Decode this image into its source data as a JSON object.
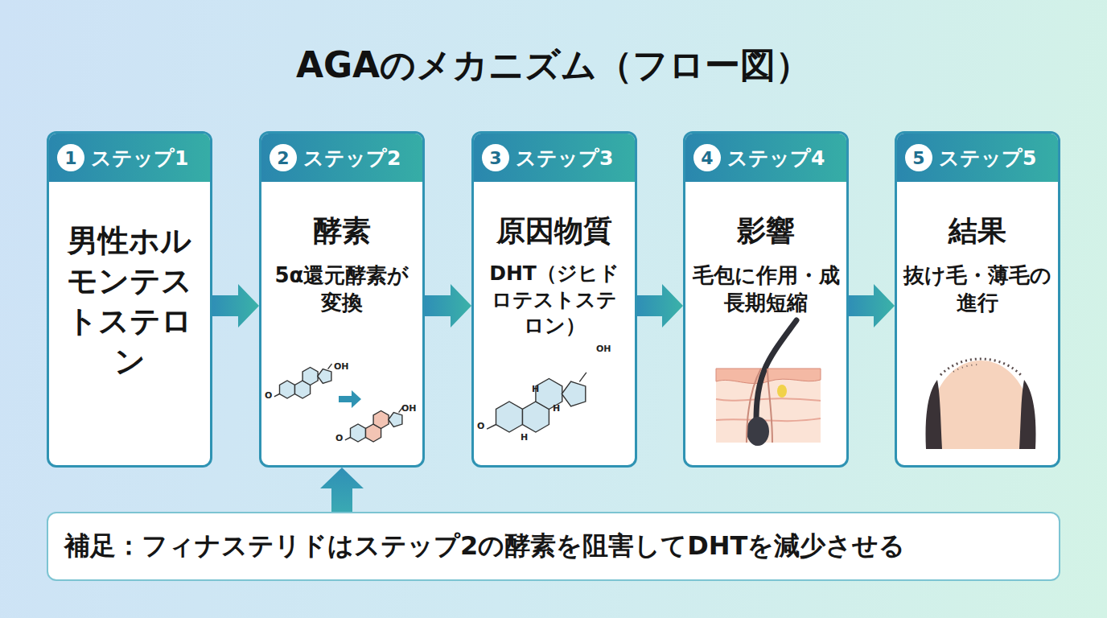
{
  "diagram": {
    "title": "AGAのメカニズム（フロー図）",
    "nodes": [
      {
        "text": [
          "1",
          "ステップ1",
          "男性ホルモンテストステロン"
        ]
      },
      {
        "text": [
          "2",
          "ステップ2",
          "酵素",
          "5α還元酵素が変換"
        ]
      },
      {
        "text": [
          "3",
          "ステップ3",
          "原因物質",
          "DHT（ジヒドロテストステロン）"
        ]
      },
      {
        "text": [
          "4",
          "ステップ4",
          "影響",
          "毛包に作用・成長期短縮"
        ]
      },
      {
        "text": [
          "5",
          "ステップ5",
          "結果",
          "抜け毛・薄毛の進行"
        ]
      },
      {
        "text": [
          "補足：フィナステリドはステップ2の酵素を阻害してDHTを減少させる"
        ]
      }
    ],
    "edges": [
      {
        "from": 0,
        "to": 1,
        "arrow": "to"
      },
      {
        "from": 1,
        "to": 2,
        "arrow": "to"
      },
      {
        "from": 2,
        "to": 3,
        "arrow": "to"
      },
      {
        "from": 3,
        "to": 4,
        "arrow": "to"
      },
      {
        "from": 5,
        "to": 1,
        "arrow": "to"
      }
    ],
    "labels": [
      "OH",
      "O",
      "OH",
      "O",
      "OH",
      "H",
      "H",
      "H",
      "O"
    ]
  }
}
